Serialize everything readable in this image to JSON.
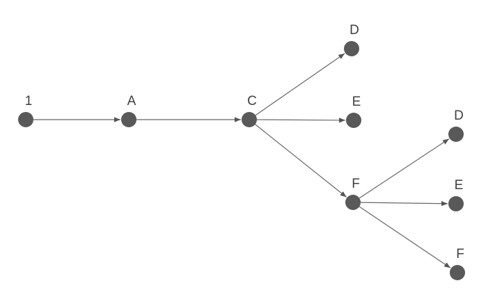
{
  "diagram": {
    "node_color": "#595959",
    "edge_color": "#666666",
    "label_color": "#3f3f3f",
    "nodes": [
      {
        "id": "n1",
        "label": "1"
      },
      {
        "id": "nA",
        "label": "A"
      },
      {
        "id": "nC",
        "label": "C"
      },
      {
        "id": "nD",
        "label": "D"
      },
      {
        "id": "nE",
        "label": "E"
      },
      {
        "id": "nF",
        "label": "F"
      },
      {
        "id": "nD2",
        "label": "D"
      },
      {
        "id": "nE2",
        "label": "E"
      },
      {
        "id": "nF2",
        "label": "F"
      }
    ],
    "edges": [
      [
        "n1",
        "nA"
      ],
      [
        "nA",
        "nC"
      ],
      [
        "nC",
        "nD"
      ],
      [
        "nC",
        "nE"
      ],
      [
        "nC",
        "nF"
      ],
      [
        "nF",
        "nD2"
      ],
      [
        "nF",
        "nE2"
      ],
      [
        "nF",
        "nF2"
      ]
    ]
  }
}
